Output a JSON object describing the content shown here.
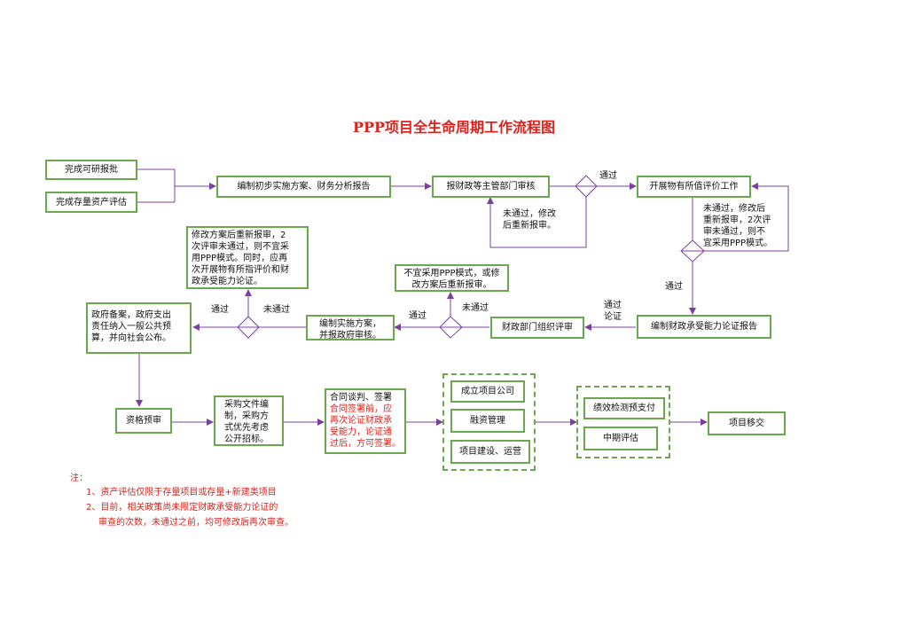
{
  "title": "PPP项目全生命周期工作流程图",
  "boxes": {
    "feasibility": "完成可研报批",
    "asset_eval": "完成存量资产评估",
    "prelim_plan": "编制初步实施方案、财务分析报告",
    "finance_review": "报财政等主管部门审核",
    "vfm_eval": "开展物有所值评价工作",
    "revise_resubmit": [
      "修改方案后重新报审，2",
      "次评审未通过，则不宜采",
      "用PPP模式。同时，应再",
      "次开展物有所指评价和财",
      "政承受能力论证。"
    ],
    "not_ppp": [
      "不宜采用PPP模式，或修",
      "改方案后重新报审。"
    ],
    "gov_record": [
      "政府备案，政府支出",
      "责任纳入一般公共预",
      "算，并向社会公布。"
    ],
    "impl_plan": [
      "编制实施方案，",
      "并报政府审核。"
    ],
    "finance_dept_review": "财政部门组织评审",
    "fiscal_capacity": "编制财政承受能力论证报告",
    "prequal": "资格预审",
    "procurement": [
      "采购文件编",
      "制，采购方",
      "式优先考虑",
      "公开招标。"
    ],
    "contract_black": [
      "合同谈判、签署"
    ],
    "contract_red": [
      "合同签署前，应",
      "再次论证财政承",
      "受能力，论证通",
      "过后，方可签署。"
    ],
    "establish_company": "成立项目公司",
    "financing": "融资管理",
    "construction": "项目建设、运营",
    "performance_pay": "绩效检测预支付",
    "midterm_eval": "中期评估",
    "handover": "项目移交"
  },
  "labels": {
    "pass_top": "通过",
    "fail_revise_1": [
      "未通过，修改",
      "后重新报审。"
    ],
    "fail_vfm": [
      "未通过，修改后",
      "重新报审，2次评",
      "审未通过，则不",
      "宜采用PPP模式。"
    ],
    "pass_vfm": "通过",
    "pass_demo": [
      "通过",
      "论证"
    ],
    "pass_impl": "通过",
    "fail_impl": "未通过",
    "pass_gov": "通过",
    "fail_gov": "未通过"
  },
  "notes": {
    "heading": "注：",
    "items": [
      "1、资产评估仅限于存量项目或存量+新建类项目",
      "2、目前，相关政策尚未限定财政承受能力论证的",
      "审查的次数，未通过之前，均可修改后再次审查。"
    ]
  },
  "colors": {
    "arrow": "#7b3fa0",
    "box_border": "#6aa84f",
    "title": "#e0201a",
    "note": "#e0201a"
  }
}
